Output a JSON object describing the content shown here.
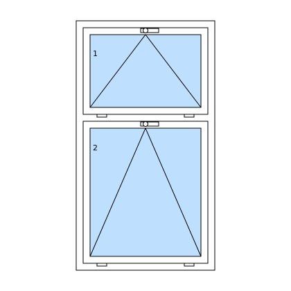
{
  "window": {
    "sashes": [
      {
        "label": "1",
        "opening": "top-hung"
      },
      {
        "label": "2",
        "opening": "top-hung"
      }
    ]
  },
  "colors": {
    "frame": "#ffffff",
    "stroke": "#000000",
    "glass": "#bfdfff",
    "hinge": "#ffffff"
  }
}
